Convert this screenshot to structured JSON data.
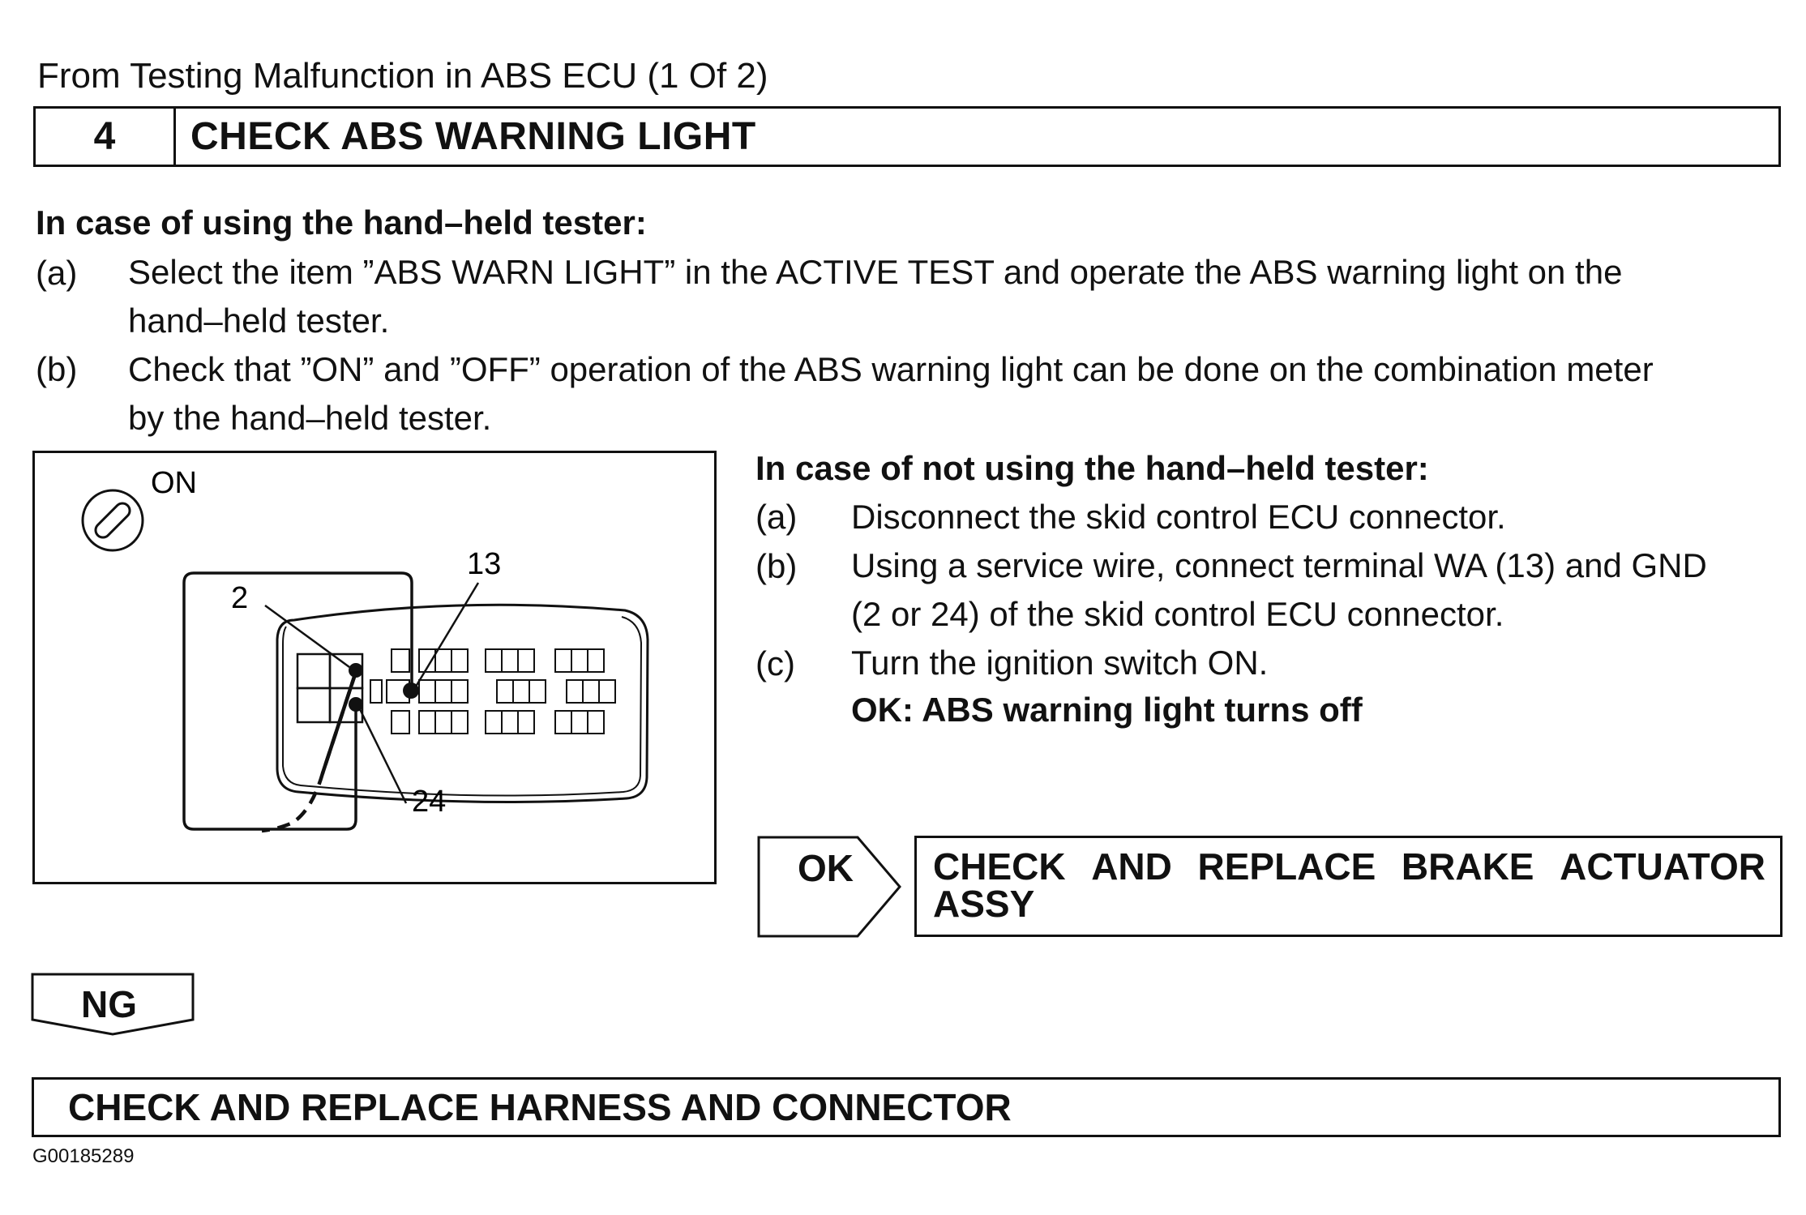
{
  "from_line": "From Testing Malfunction in ABS ECU (1 Of 2)",
  "step": {
    "number": "4",
    "title": "CHECK ABS WARNING LIGHT"
  },
  "tester_section": {
    "heading": "In case of using the hand–held tester:",
    "items": [
      {
        "letter": "(a)",
        "lines": [
          "Select the item ”ABS WARN LIGHT” in the ACTIVE TEST and operate the ABS warning light on the",
          "hand–held tester."
        ]
      },
      {
        "letter": "(b)",
        "lines": [
          "Check that ”ON” and ”OFF” operation of the ABS warning light can be done on the combination meter",
          "by the hand–held tester."
        ]
      }
    ]
  },
  "no_tester_section": {
    "heading": "In case of not using the hand–held tester:",
    "items": [
      {
        "letter": "(a)",
        "lines": [
          "Disconnect the skid control ECU connector."
        ]
      },
      {
        "letter": "(b)",
        "lines": [
          "Using a service wire, connect terminal WA (13) and GND",
          "(2 or 24) of the skid control ECU connector."
        ]
      },
      {
        "letter": "(c)",
        "lines": [
          "Turn the ignition switch ON."
        ]
      }
    ],
    "ok_condition": "OK: ABS warning light turns off"
  },
  "diagram": {
    "ignition_label": "ON",
    "terminal_labels": {
      "t2": "2",
      "t13": "13",
      "t24": "24"
    }
  },
  "ok_branch": {
    "label": "OK",
    "result_line1_words": [
      "CHECK",
      "AND",
      "REPLACE",
      "BRAKE",
      "ACTUATOR"
    ],
    "result_line2": "ASSY"
  },
  "ng_branch": {
    "label": "NG",
    "result": "CHECK AND REPLACE HARNESS AND CONNECTOR"
  },
  "figure_code": "G00185289"
}
